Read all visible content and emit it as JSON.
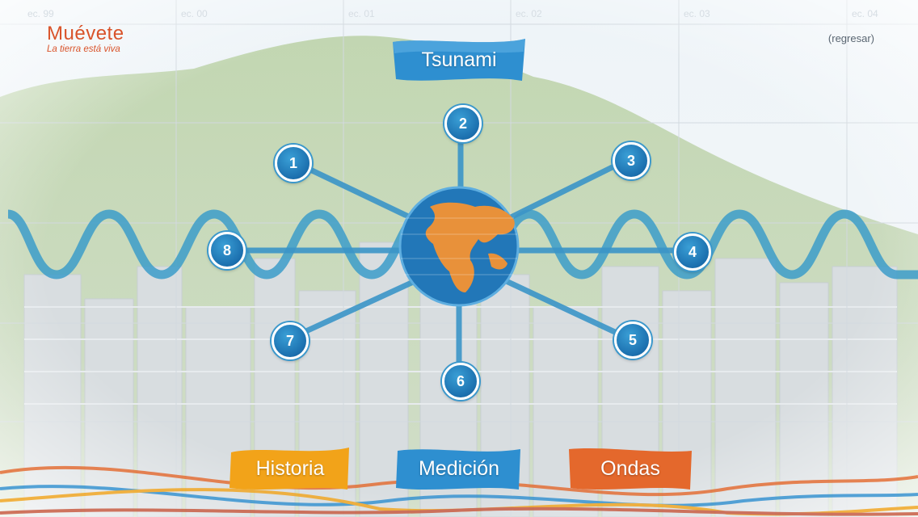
{
  "header": {
    "brand_title": "Muévete",
    "brand_tagline": "La tierra está viva",
    "back_label": "(regresar)"
  },
  "grid_labels": [
    "ec. 99",
    "ec. 00",
    "ec. 01",
    "ec. 02",
    "ec. 03",
    "ec. 04"
  ],
  "title_ribbon": {
    "label": "Tsunami",
    "color": "#2e8fd0"
  },
  "nodes": [
    {
      "label": "1"
    },
    {
      "label": "2"
    },
    {
      "label": "3"
    },
    {
      "label": "4"
    },
    {
      "label": "5"
    },
    {
      "label": "6"
    },
    {
      "label": "7"
    },
    {
      "label": "8"
    }
  ],
  "bottom_nav": [
    {
      "label": "Historia",
      "color": "#f2a319"
    },
    {
      "label": "Medición",
      "color": "#2e8fd0"
    },
    {
      "label": "Ondas",
      "color": "#e4682c"
    }
  ],
  "colors": {
    "accent_orange": "#d9532a",
    "wave_blue": "#3c9cc9",
    "globe_blue": "#2277b8",
    "land_orange": "#e8913a"
  }
}
